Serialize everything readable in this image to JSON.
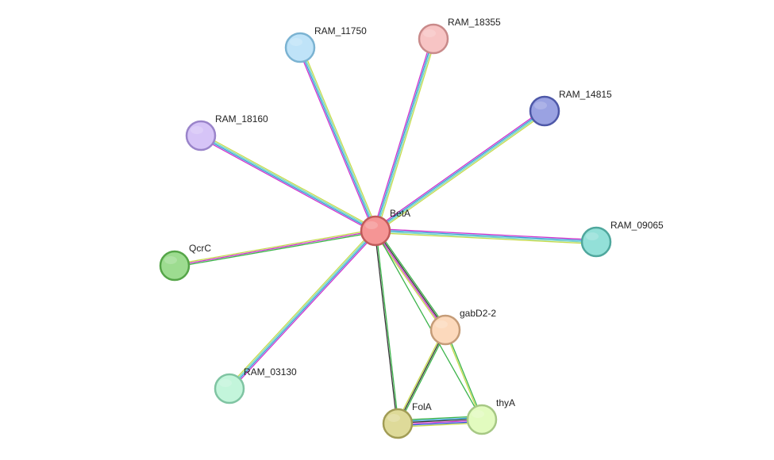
{
  "network": {
    "nodes": [
      {
        "id": "BetA",
        "label": "BetA",
        "fill": "#F59595",
        "stroke": "#C05A5A"
      },
      {
        "id": "RAM_11750",
        "label": "RAM_11750",
        "fill": "#BFE3F8",
        "stroke": "#7BB3D2"
      },
      {
        "id": "RAM_18355",
        "label": "RAM_18355",
        "fill": "#F7C4C4",
        "stroke": "#C98A8A"
      },
      {
        "id": "RAM_14815",
        "label": "RAM_14815",
        "fill": "#9AA2E2",
        "stroke": "#4E58A8"
      },
      {
        "id": "RAM_18160",
        "label": "RAM_18160",
        "fill": "#D6C4F7",
        "stroke": "#9A84CA"
      },
      {
        "id": "RAM_09065",
        "label": "RAM_09065",
        "fill": "#93E0D8",
        "stroke": "#4FA79D"
      },
      {
        "id": "QcrC",
        "label": "QcrC",
        "fill": "#9DDC90",
        "stroke": "#55A548"
      },
      {
        "id": "gabD2-2",
        "label": "gabD2-2",
        "fill": "#FCD9BC",
        "stroke": "#C59C78"
      },
      {
        "id": "RAM_03130",
        "label": "RAM_03130",
        "fill": "#C3F5DB",
        "stroke": "#7FC4A2"
      },
      {
        "id": "FolA",
        "label": "FolA",
        "fill": "#DEDA99",
        "stroke": "#A19C55"
      },
      {
        "id": "thyA",
        "label": "thyA",
        "fill": "#E2FBBF",
        "stroke": "#A6C884"
      }
    ],
    "edges": [
      {
        "from": "BetA",
        "to": "RAM_11750",
        "colors": [
          "#CC33CC",
          "#2E9ED6",
          "#6FD4C2",
          "#C6DB4C"
        ]
      },
      {
        "from": "BetA",
        "to": "RAM_18355",
        "colors": [
          "#CC33CC",
          "#2E9ED6",
          "#6FD4C2",
          "#C6DB4C"
        ]
      },
      {
        "from": "BetA",
        "to": "RAM_14815",
        "colors": [
          "#CC33CC",
          "#2E9ED6",
          "#6FD4C2",
          "#C6DB4C"
        ]
      },
      {
        "from": "BetA",
        "to": "RAM_18160",
        "colors": [
          "#CC33CC",
          "#2E9ED6",
          "#6FD4C2",
          "#C6DB4C"
        ]
      },
      {
        "from": "BetA",
        "to": "RAM_09065",
        "colors": [
          "#CC33CC",
          "#2E9ED6",
          "#6FD4C2",
          "#C6DB4C"
        ]
      },
      {
        "from": "BetA",
        "to": "QcrC",
        "colors": [
          "#3CB44B",
          "#CC33CC",
          "#C6DB4C"
        ]
      },
      {
        "from": "BetA",
        "to": "RAM_03130",
        "colors": [
          "#CC33CC",
          "#2E9ED6",
          "#6FD4C2",
          "#C6DB4C"
        ]
      },
      {
        "from": "BetA",
        "to": "gabD2-2",
        "colors": [
          "#3CB44B",
          "#333333",
          "#CC33CC",
          "#C6DB4C"
        ]
      },
      {
        "from": "BetA",
        "to": "FolA",
        "colors": [
          "#3CB44B",
          "#333333"
        ]
      },
      {
        "from": "BetA",
        "to": "thyA",
        "colors": [
          "#3CB44B"
        ]
      },
      {
        "from": "gabD2-2",
        "to": "FolA",
        "colors": [
          "#3CB44B",
          "#333333",
          "#C6DB4C"
        ]
      },
      {
        "from": "gabD2-2",
        "to": "thyA",
        "colors": [
          "#3CB44B",
          "#C6DB4C"
        ]
      },
      {
        "from": "FolA",
        "to": "thyA",
        "colors": [
          "#3CB44B",
          "#2E9ED6",
          "#333333",
          "#CC33CC",
          "#2E4ED6",
          "#C6DB4C"
        ]
      }
    ]
  }
}
